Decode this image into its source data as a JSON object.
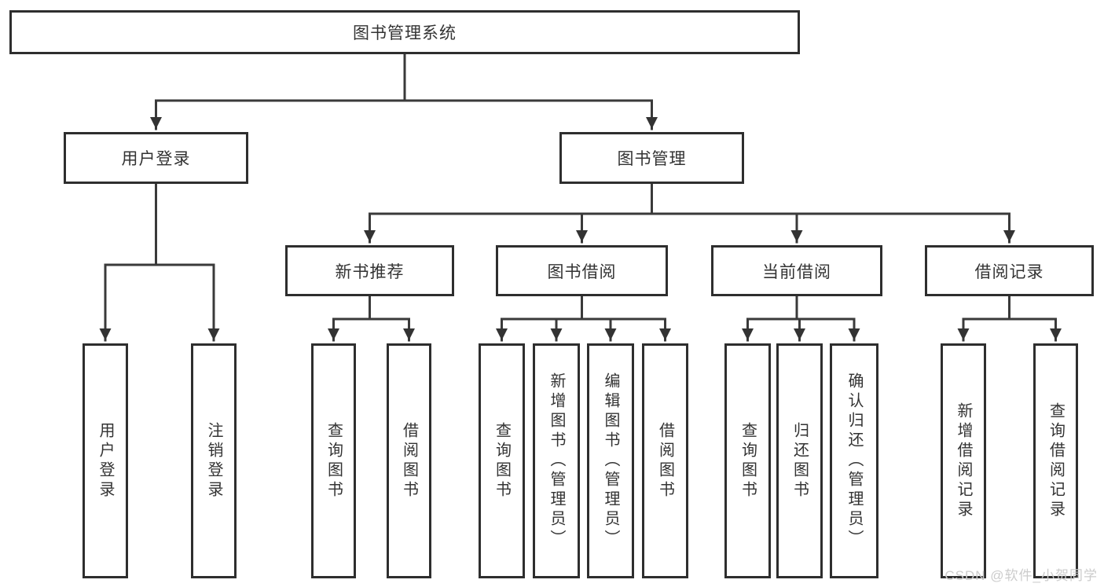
{
  "nodes": {
    "root": {
      "label": "图书管理系统"
    },
    "user_login": {
      "label": "用户登录"
    },
    "book_mgmt": {
      "label": "图书管理"
    },
    "new_book_rec": {
      "label": "新书推荐"
    },
    "book_borrow": {
      "label": "图书借阅"
    },
    "current_borrow": {
      "label": "当前借阅"
    },
    "borrow_record": {
      "label": "借阅记录"
    },
    "leaves": {
      "user_login_leaf": "用户登录",
      "logout": "注销登录",
      "rec_query_book": "查询图书",
      "rec_borrow_book": "借阅图书",
      "bb_query_book": "查询图书",
      "bb_add_book": "新增图书（管理员）",
      "bb_edit_book": "编辑图书（管理员）",
      "bb_borrow_book": "借阅图书",
      "cb_query_book": "查询图书",
      "cb_return_book": "归还图书",
      "cb_confirm_return": "确认归还（管理员）",
      "br_add_record": "新增借阅记录",
      "br_query_record": "查询借阅记录"
    }
  },
  "watermark": "CSDN @软件_小贺同学",
  "colors": {
    "line": "#3a3a3a",
    "border": "#2e2e2e",
    "text": "#333333",
    "background": "#ffffff",
    "watermark": "#cccccc"
  }
}
